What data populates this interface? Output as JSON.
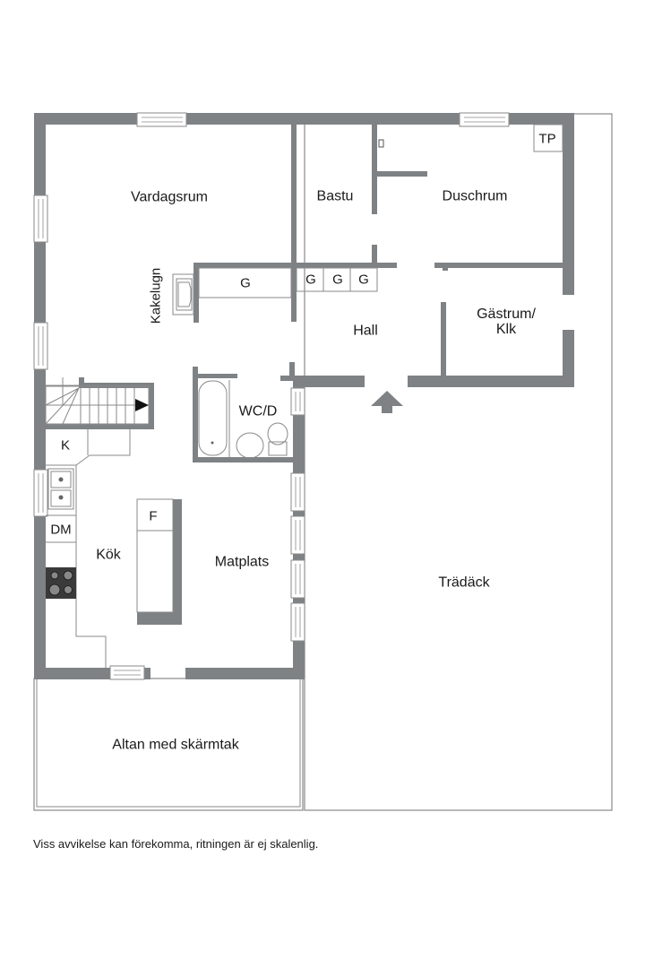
{
  "plan": {
    "wall_color": "#7f8284",
    "line_color": "#8a8a8a",
    "rooms": {
      "vardagsrum": "Vardagsrum",
      "bastu": "Bastu",
      "duschrum": "Duschrum",
      "tp": "TP",
      "kakelugn": "Kakelugn",
      "g1": "G",
      "g2": "G",
      "g3": "G",
      "g4": "G",
      "hall": "Hall",
      "gastrum": "Gästrum/\nKlk",
      "wcd": "WC/D",
      "k": "K",
      "dm": "DM",
      "kok": "Kök",
      "f": "F",
      "matplats": "Matplats",
      "tradack": "Trädäck",
      "altan": "Altan med skärmtak"
    }
  },
  "footer": {
    "disclaimer": "Viss avvikelse kan förekomma, ritningen är ej skalenlig."
  }
}
